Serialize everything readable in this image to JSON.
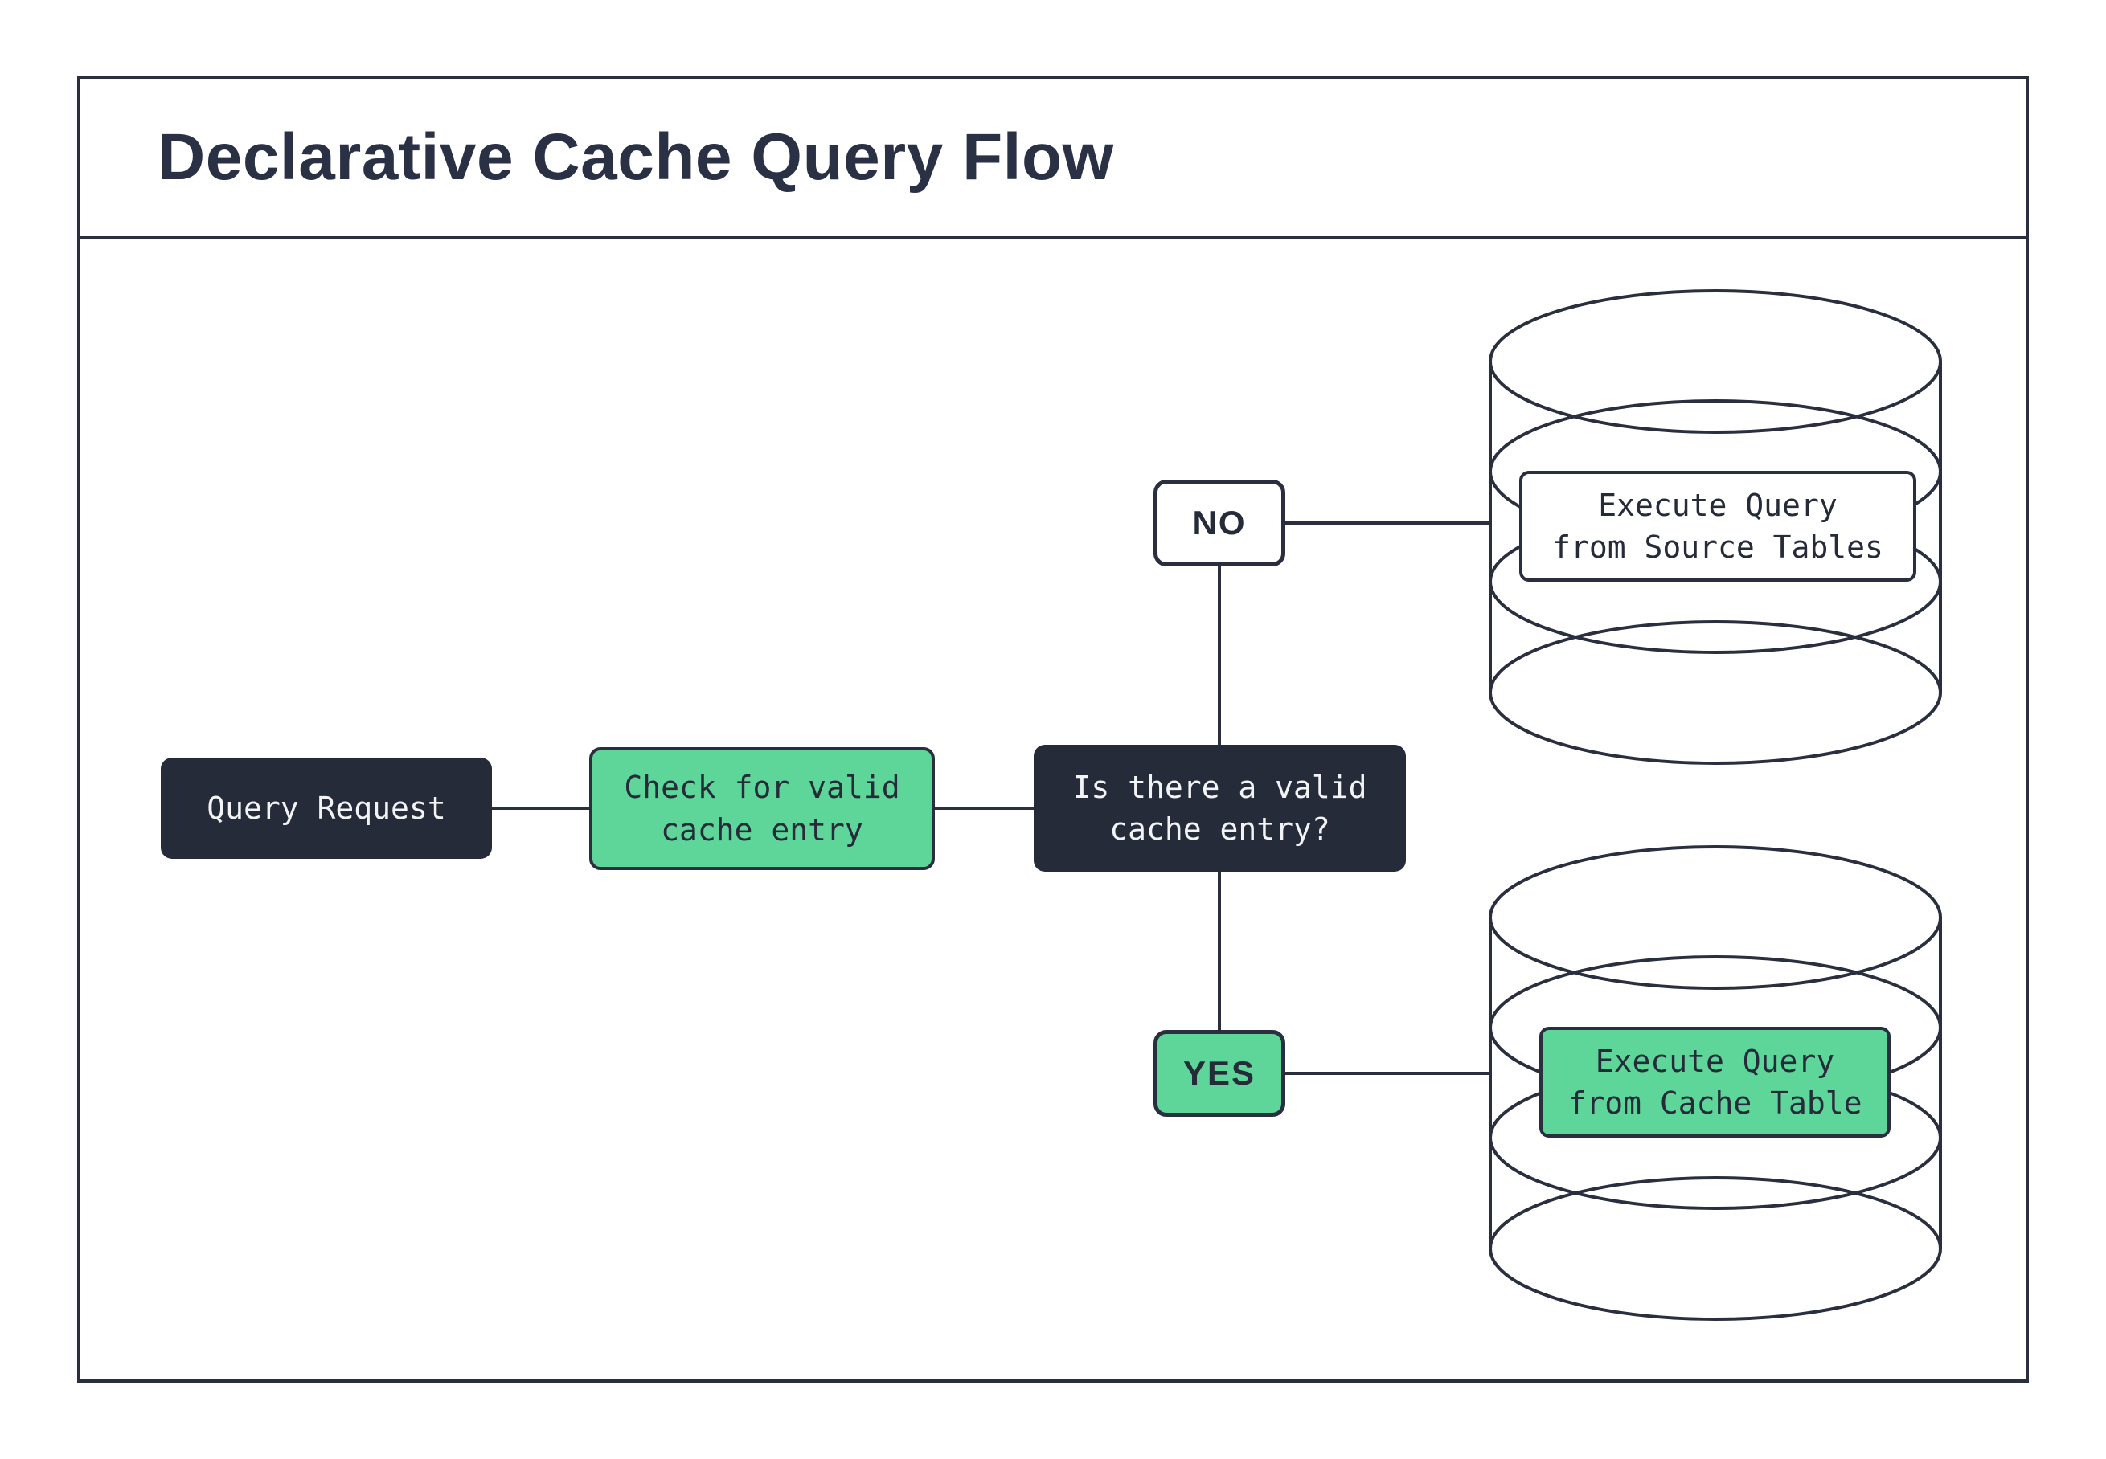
{
  "header": {
    "title": "Declarative Cache Query Flow"
  },
  "flow": {
    "query_request": "Query Request",
    "check_cache": "Check for valid\ncache entry",
    "decision": "Is there a valid\ncache entry?",
    "no_label": "NO",
    "yes_label": "YES",
    "source_db_action": "Execute Query\nfrom Source Tables",
    "cache_db_action": "Execute Query\nfrom Cache Table"
  },
  "colors": {
    "ink": "#2a2f3f",
    "node_dark": "#262b3a",
    "accent_green": "#5ed69a",
    "text_light": "#f2f3f5",
    "background": "#ffffff"
  }
}
